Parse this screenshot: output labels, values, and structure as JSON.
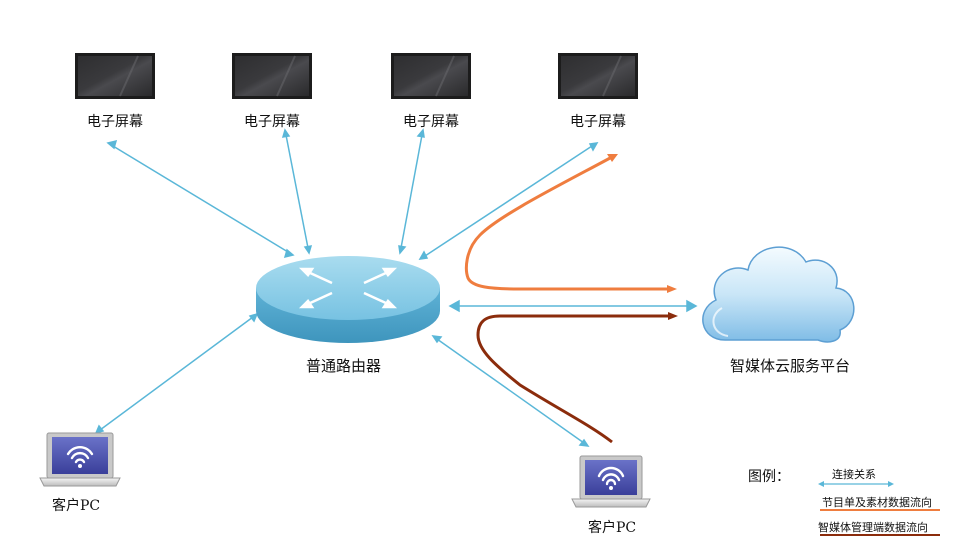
{
  "screens": [
    {
      "label": "电子屏幕"
    },
    {
      "label": "电子屏幕"
    },
    {
      "label": "电子屏幕"
    },
    {
      "label": "电子屏幕"
    }
  ],
  "router": {
    "label": "普通路由器"
  },
  "cloud": {
    "label": "智媒体云服务平台"
  },
  "clients": [
    {
      "label": "客户PC"
    },
    {
      "label": "客户PC"
    }
  ],
  "legend": {
    "title": "图例：",
    "items": [
      {
        "label": "连接关系",
        "color": "#5ab7d8"
      },
      {
        "label": "节目单及素材数据流向",
        "color": "#ef7d3f"
      },
      {
        "label": "智媒体管理端数据流向",
        "color": "#8b2c0c"
      }
    ]
  },
  "colors": {
    "connection": "#5ab7d8",
    "program_flow": "#ef7d3f",
    "management_flow": "#8b2c0c"
  }
}
